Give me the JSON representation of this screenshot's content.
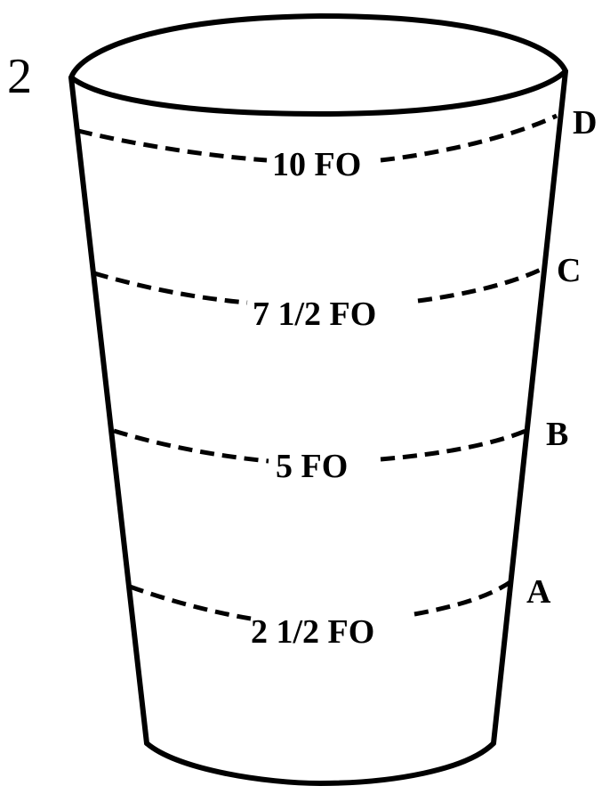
{
  "figure": {
    "number": "2"
  },
  "levels": [
    {
      "volume_label": "10 FO",
      "marker": "D"
    },
    {
      "volume_label": "7 1/2 FO",
      "marker": "C"
    },
    {
      "volume_label": "5 FO",
      "marker": "B"
    },
    {
      "volume_label": "2 1/2 FO",
      "marker": "A"
    }
  ],
  "colors": {
    "ink": "#000000",
    "paper": "#ffffff"
  }
}
